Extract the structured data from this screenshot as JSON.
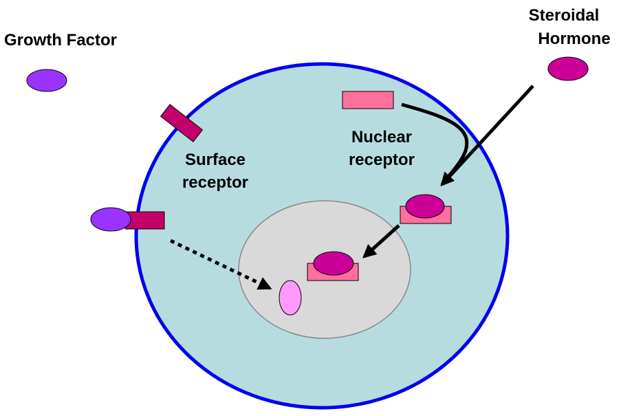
{
  "labels": {
    "growth_factor": "Growth Factor",
    "steroidal_line1": "Steroidal",
    "steroidal_line2": "Hormone",
    "surface_line1": "Surface",
    "surface_line2": "receptor",
    "nuclear_line1": "Nuclear",
    "nuclear_line2": "receptor"
  },
  "colors": {
    "cell_fill": "#b7dce0",
    "cell_border": "#0000ee",
    "nucleus_fill": "#d9d9d9",
    "nucleus_border": "#888888",
    "growth_factor": "#9a33ff",
    "hormone": "#cc0099",
    "surface_receptor": "#c4006a",
    "nuclear_receptor": "#ff6f9c",
    "target": "#ff99ff",
    "arrow": "#000000"
  }
}
